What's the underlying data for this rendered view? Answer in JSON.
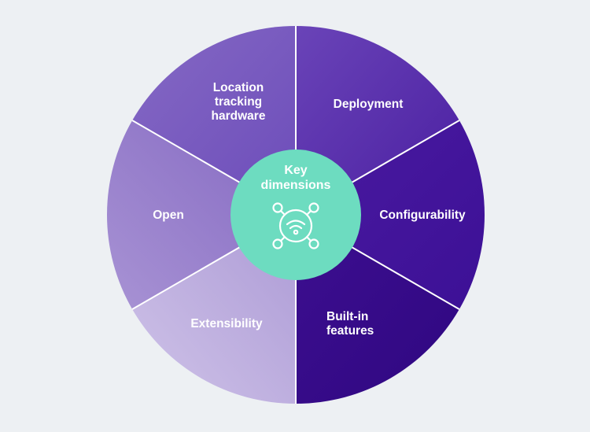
{
  "diagram": {
    "center": {
      "title_line1": "Key",
      "title_line2": "dimensions",
      "icon": "network-hub-wifi-icon"
    },
    "segments": [
      {
        "id": "deployment",
        "label_lines": [
          "Deployment"
        ],
        "color": "#5a2fae"
      },
      {
        "id": "configurability",
        "label_lines": [
          "Configurability"
        ],
        "color": "#4c1ea3"
      },
      {
        "id": "built-in-features",
        "label_lines": [
          "Built-in",
          "features"
        ],
        "color": "#3a0d8d"
      },
      {
        "id": "extensibility",
        "label_lines": [
          "Extensibility"
        ],
        "color": "#b7a8d9"
      },
      {
        "id": "open",
        "label_lines": [
          "Open"
        ],
        "color": "#9a84cb"
      },
      {
        "id": "location-tracking-hardware",
        "label_lines": [
          "Location",
          "tracking",
          "hardware"
        ],
        "color": "#7a5cbd"
      }
    ],
    "colors": {
      "background": "#edf0f3",
      "center_fill": "#6ddcc0",
      "divider": "#ffffff"
    }
  }
}
